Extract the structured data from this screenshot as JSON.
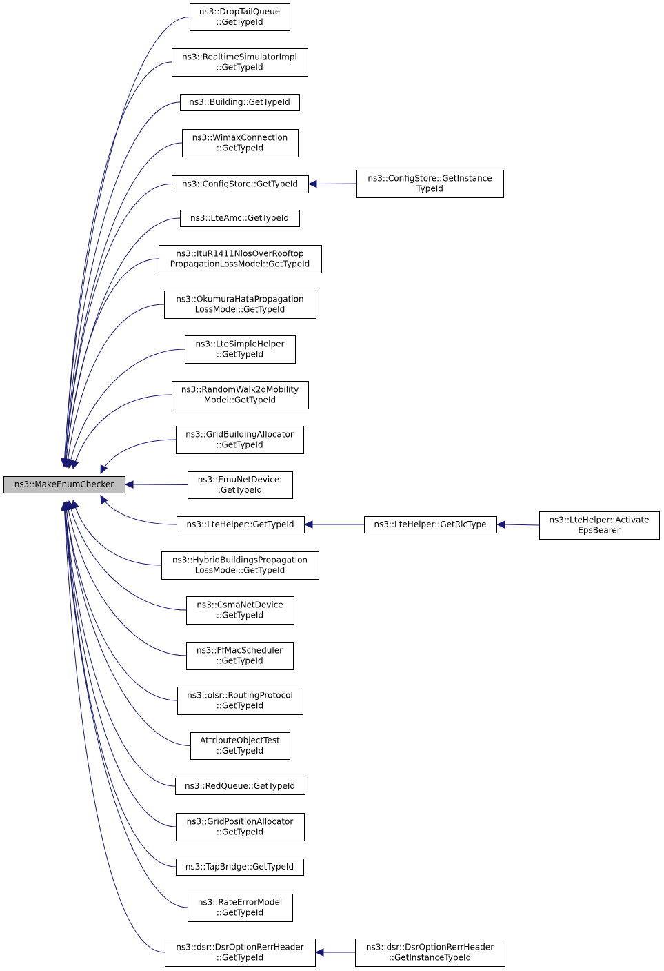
{
  "diagram": {
    "root": {
      "id": "root",
      "lines": [
        "ns3::MakeEnumChecker"
      ]
    },
    "nodes": [
      {
        "id": "n1",
        "lines": [
          "ns3::DropTailQueue",
          "::GetTypeId"
        ]
      },
      {
        "id": "n2",
        "lines": [
          "ns3::RealtimeSimulatorImpl",
          "::GetTypeId"
        ]
      },
      {
        "id": "n3",
        "lines": [
          "ns3::Building::GetTypeId"
        ]
      },
      {
        "id": "n4",
        "lines": [
          "ns3::WimaxConnection",
          "::GetTypeId"
        ]
      },
      {
        "id": "n5",
        "lines": [
          "ns3::ConfigStore::GetTypeId"
        ]
      },
      {
        "id": "n6",
        "lines": [
          "ns3::LteAmc::GetTypeId"
        ]
      },
      {
        "id": "n7",
        "lines": [
          "ns3::ItuR1411NlosOverRooftop",
          "PropagationLossModel::GetTypeId"
        ]
      },
      {
        "id": "n8",
        "lines": [
          "ns3::OkumuraHataPropagation",
          "LossModel::GetTypeId"
        ]
      },
      {
        "id": "n9",
        "lines": [
          "ns3::LteSimpleHelper",
          "::GetTypeId"
        ]
      },
      {
        "id": "n10",
        "lines": [
          "ns3::RandomWalk2dMobility",
          "Model::GetTypeId"
        ]
      },
      {
        "id": "n11",
        "lines": [
          "ns3::GridBuildingAllocator",
          "::GetTypeId"
        ]
      },
      {
        "id": "n12",
        "lines": [
          "ns3::EmuNetDevice:",
          ":GetTypeId"
        ]
      },
      {
        "id": "n13",
        "lines": [
          "ns3::LteHelper::GetTypeId"
        ]
      },
      {
        "id": "n14",
        "lines": [
          "ns3::HybridBuildingsPropagation",
          "LossModel::GetTypeId"
        ]
      },
      {
        "id": "n15",
        "lines": [
          "ns3::CsmaNetDevice",
          "::GetTypeId"
        ]
      },
      {
        "id": "n16",
        "lines": [
          "ns3::FfMacScheduler",
          "::GetTypeId"
        ]
      },
      {
        "id": "n17",
        "lines": [
          "ns3::olsr::RoutingProtocol",
          "::GetTypeId"
        ]
      },
      {
        "id": "n18",
        "lines": [
          "AttributeObjectTest",
          "::GetTypeId"
        ]
      },
      {
        "id": "n19",
        "lines": [
          "ns3::RedQueue::GetTypeId"
        ]
      },
      {
        "id": "n20",
        "lines": [
          "ns3::GridPositionAllocator",
          "::GetTypeId"
        ]
      },
      {
        "id": "n21",
        "lines": [
          "ns3::TapBridge::GetTypeId"
        ]
      },
      {
        "id": "n22",
        "lines": [
          "ns3::RateErrorModel",
          "::GetTypeId"
        ]
      },
      {
        "id": "n23",
        "lines": [
          "ns3::dsr::DsrOptionRerrHeader",
          "::GetTypeId"
        ]
      },
      {
        "id": "m1",
        "lines": [
          "ns3::ConfigStore::GetInstance",
          "TypeId"
        ]
      },
      {
        "id": "m2",
        "lines": [
          "ns3::LteHelper::GetRlcType"
        ]
      },
      {
        "id": "m3",
        "lines": [
          "ns3::dsr::DsrOptionRerrHeader",
          "::GetInstanceTypeId"
        ]
      },
      {
        "id": "k1",
        "lines": [
          "ns3::LteHelper::Activate",
          "EpsBearer"
        ]
      }
    ],
    "edges": [
      {
        "from": "n1",
        "to": "root"
      },
      {
        "from": "n2",
        "to": "root"
      },
      {
        "from": "n3",
        "to": "root"
      },
      {
        "from": "n4",
        "to": "root"
      },
      {
        "from": "n5",
        "to": "root"
      },
      {
        "from": "n6",
        "to": "root"
      },
      {
        "from": "n7",
        "to": "root"
      },
      {
        "from": "n8",
        "to": "root"
      },
      {
        "from": "n9",
        "to": "root"
      },
      {
        "from": "n10",
        "to": "root"
      },
      {
        "from": "n11",
        "to": "root"
      },
      {
        "from": "n12",
        "to": "root"
      },
      {
        "from": "n13",
        "to": "root"
      },
      {
        "from": "n14",
        "to": "root"
      },
      {
        "from": "n15",
        "to": "root"
      },
      {
        "from": "n16",
        "to": "root"
      },
      {
        "from": "n17",
        "to": "root"
      },
      {
        "from": "n18",
        "to": "root"
      },
      {
        "from": "n19",
        "to": "root"
      },
      {
        "from": "n20",
        "to": "root"
      },
      {
        "from": "n21",
        "to": "root"
      },
      {
        "from": "n22",
        "to": "root"
      },
      {
        "from": "n23",
        "to": "root"
      },
      {
        "from": "m1",
        "to": "n5"
      },
      {
        "from": "m2",
        "to": "n13"
      },
      {
        "from": "m3",
        "to": "n23"
      },
      {
        "from": "k1",
        "to": "m2"
      }
    ],
    "colors": {
      "edge": "#191970",
      "root_fill": "#bfbfbf",
      "node_fill": "#ffffff",
      "node_border": "#000000"
    }
  }
}
